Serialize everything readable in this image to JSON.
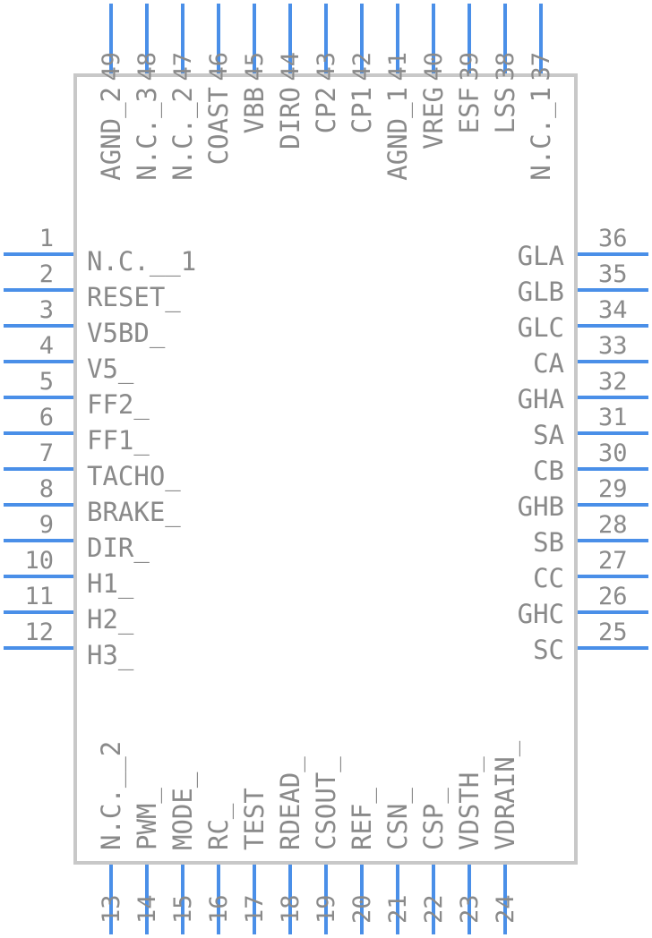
{
  "component": {
    "pins_left": [
      {
        "num": "1",
        "name": "N.C.__1"
      },
      {
        "num": "2",
        "name": "RESET_"
      },
      {
        "num": "3",
        "name": "V5BD_"
      },
      {
        "num": "4",
        "name": "V5_"
      },
      {
        "num": "5",
        "name": "FF2_"
      },
      {
        "num": "6",
        "name": "FF1_"
      },
      {
        "num": "7",
        "name": "TACHO_"
      },
      {
        "num": "8",
        "name": "BRAKE_"
      },
      {
        "num": "9",
        "name": "DIR_"
      },
      {
        "num": "10",
        "name": "H1_"
      },
      {
        "num": "11",
        "name": "H2_"
      },
      {
        "num": "12",
        "name": "H3_"
      }
    ],
    "pins_bottom": [
      {
        "num": "13",
        "name": "N.C.__2"
      },
      {
        "num": "14",
        "name": "PWM_"
      },
      {
        "num": "15",
        "name": "MODE_"
      },
      {
        "num": "16",
        "name": "RC_"
      },
      {
        "num": "17",
        "name": "TEST"
      },
      {
        "num": "18",
        "name": "RDEAD_"
      },
      {
        "num": "19",
        "name": "CSOUT_"
      },
      {
        "num": "20",
        "name": "REF_"
      },
      {
        "num": "21",
        "name": "CSN_"
      },
      {
        "num": "22",
        "name": "CSP_"
      },
      {
        "num": "23",
        "name": "VDSTH_"
      },
      {
        "num": "24",
        "name": "VDRAIN_"
      }
    ],
    "pins_right": [
      {
        "num": "25",
        "name": "SC"
      },
      {
        "num": "26",
        "name": "GHC"
      },
      {
        "num": "27",
        "name": "CC"
      },
      {
        "num": "28",
        "name": "SB"
      },
      {
        "num": "29",
        "name": "GHB"
      },
      {
        "num": "30",
        "name": "CB"
      },
      {
        "num": "31",
        "name": "SA"
      },
      {
        "num": "32",
        "name": "GHA"
      },
      {
        "num": "33",
        "name": "CA"
      },
      {
        "num": "34",
        "name": "GLC"
      },
      {
        "num": "35",
        "name": "GLB"
      },
      {
        "num": "36",
        "name": "GLA"
      }
    ],
    "pins_top": [
      {
        "num": "37",
        "name": "N.C._1"
      },
      {
        "num": "38",
        "name": "LSS"
      },
      {
        "num": "39",
        "name": "ESF"
      },
      {
        "num": "40",
        "name": "VREG"
      },
      {
        "num": "41",
        "name": "AGND_1"
      },
      {
        "num": "42",
        "name": "CP1"
      },
      {
        "num": "43",
        "name": "CP2"
      },
      {
        "num": "44",
        "name": "DIRO"
      },
      {
        "num": "45",
        "name": "VBB"
      },
      {
        "num": "46",
        "name": "COAST"
      },
      {
        "num": "47",
        "name": "N.C._2"
      },
      {
        "num": "48",
        "name": "N.C._3"
      },
      {
        "num": "49",
        "name": "AGND_2"
      }
    ],
    "colors": {
      "pin": "#4a8fe8",
      "body": "#c8c8c8",
      "text": "#8a8a8a"
    }
  }
}
